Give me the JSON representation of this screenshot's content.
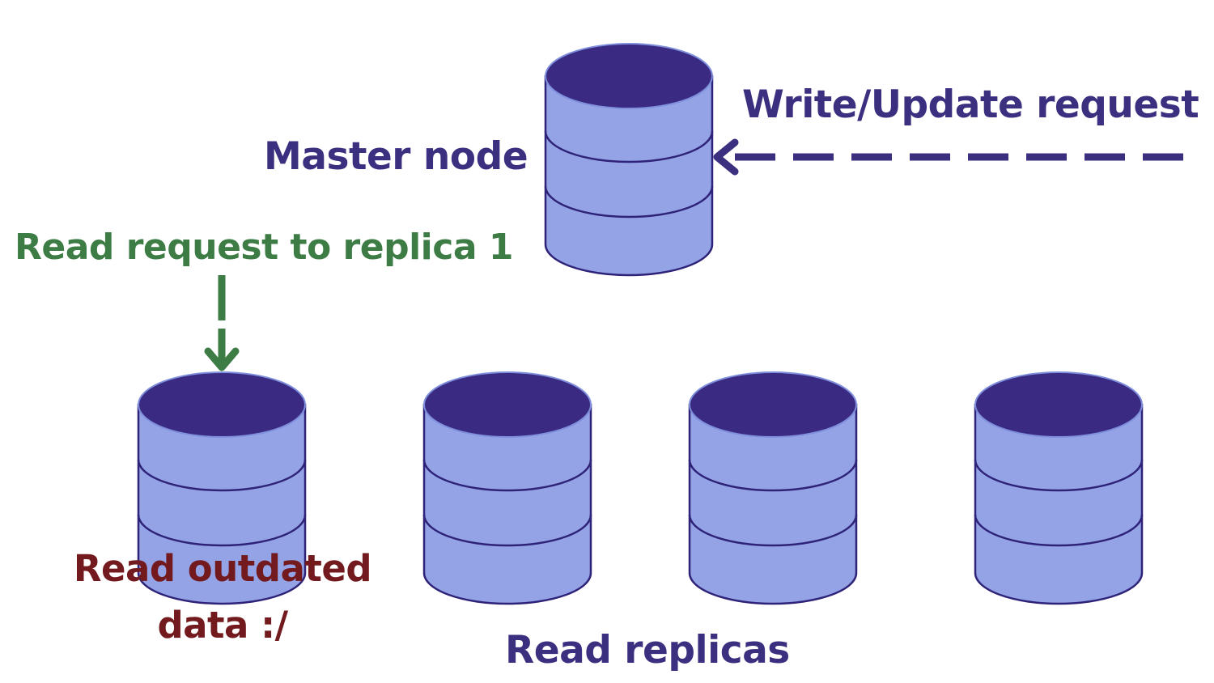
{
  "labels": {
    "master_node": "Master node",
    "write_update_request": "Write/Update request",
    "read_request_replica": "Read request to replica 1",
    "read_outdated_data": "Read outdated data :/",
    "read_replicas": "Read replicas"
  },
  "colors": {
    "cylinder_top": "#3a2a82",
    "cylinder_body": "#94a3e6",
    "cylinder_outline": "#2e2378",
    "main_text": "#3b2f7f",
    "read_request_text": "#3d7d45",
    "outdated_text": "#721a1d"
  },
  "nodes": [
    {
      "role": "master",
      "icon": "database-icon"
    },
    {
      "role": "replica",
      "icon": "database-icon"
    },
    {
      "role": "replica",
      "icon": "database-icon"
    },
    {
      "role": "replica",
      "icon": "database-icon"
    },
    {
      "role": "replica",
      "icon": "database-icon"
    }
  ],
  "arrows": [
    {
      "name": "write-request-arrow",
      "style": "dashed",
      "direction": "left"
    },
    {
      "name": "read-request-arrow",
      "style": "solid",
      "direction": "down"
    }
  ]
}
